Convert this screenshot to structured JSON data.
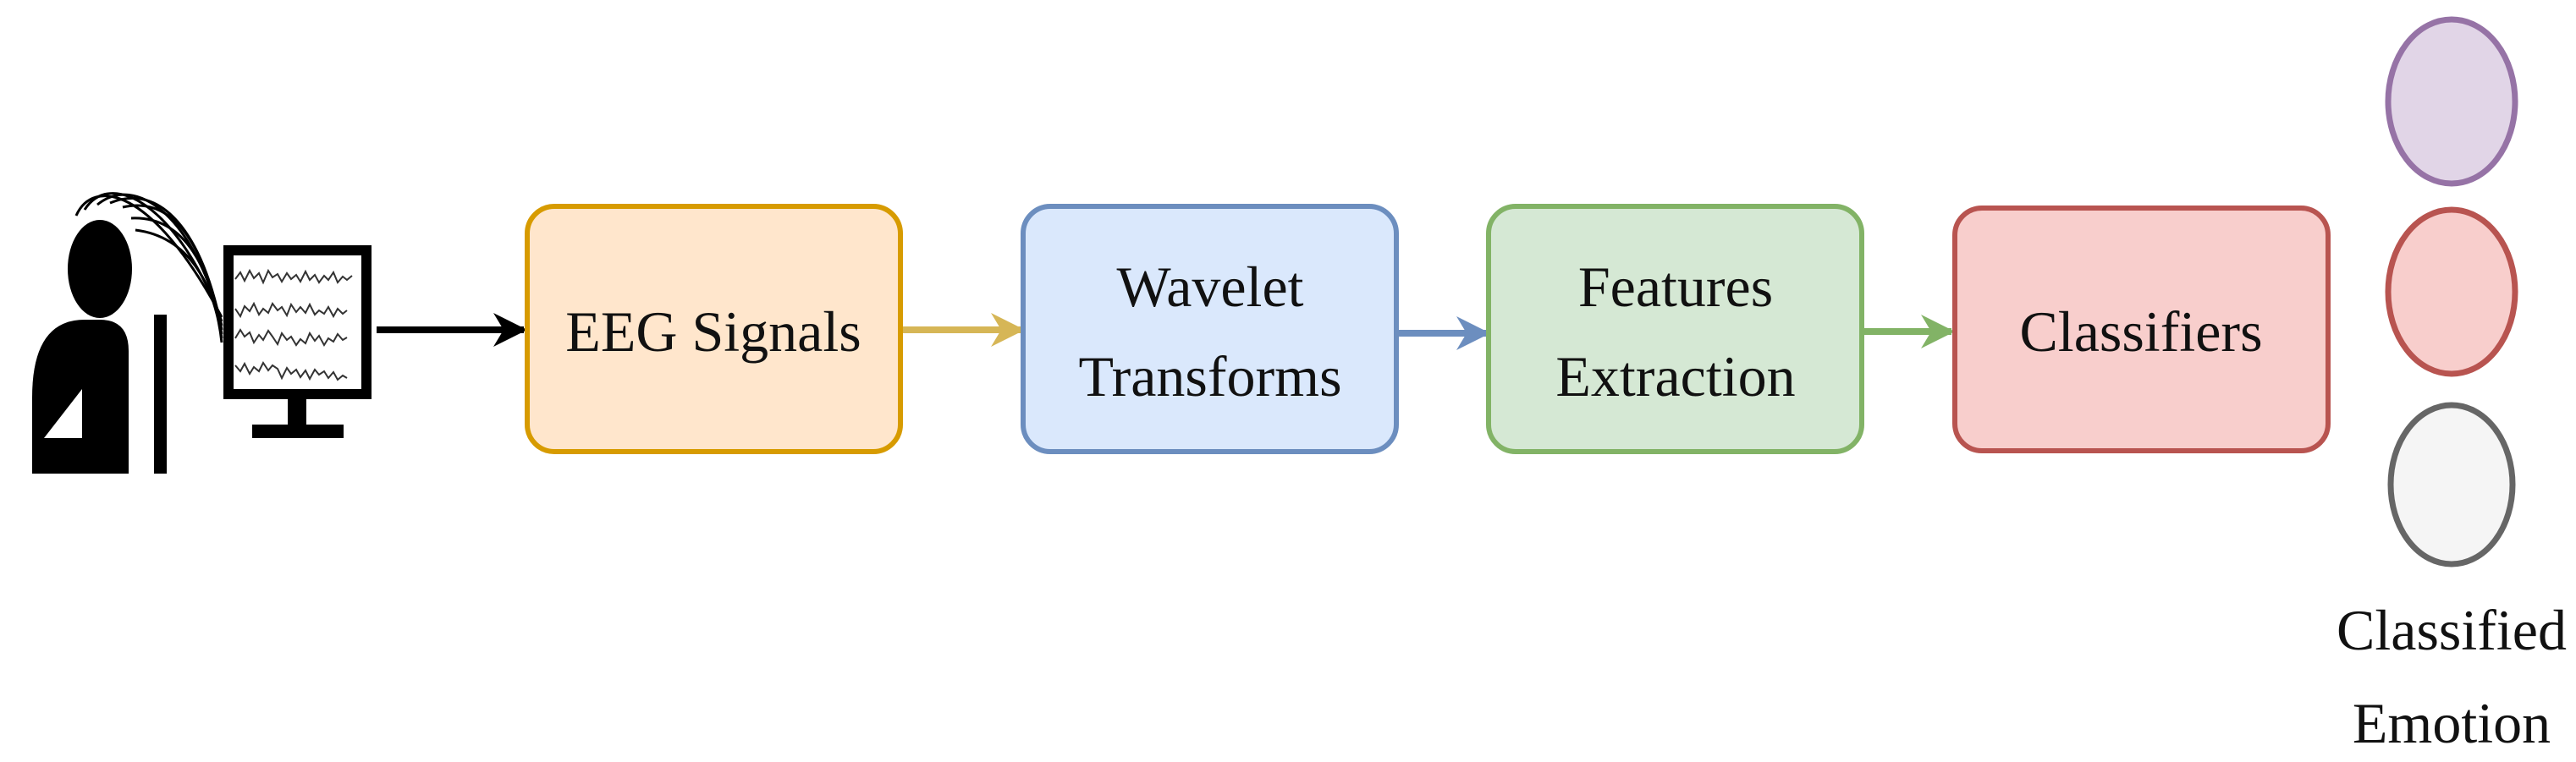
{
  "diagram": {
    "steps": [
      {
        "id": "eeg",
        "lines": [
          "EEG Signals"
        ],
        "fill": "#FFE6CC",
        "stroke": "#D79B00"
      },
      {
        "id": "wavelet",
        "lines": [
          "Wavelet",
          "Transforms"
        ],
        "fill": "#DAE8FC",
        "stroke": "#6C8EBF"
      },
      {
        "id": "features",
        "lines": [
          "Features",
          "Extraction"
        ],
        "fill": "#D5E8D4",
        "stroke": "#82B366"
      },
      {
        "id": "classifiers",
        "lines": [
          "Classifiers"
        ],
        "fill": "#F8CECC",
        "stroke": "#B85450"
      }
    ],
    "arrows": [
      {
        "color": "#000000"
      },
      {
        "color": "#D6B656"
      },
      {
        "color": "#6C8EBF"
      },
      {
        "color": "#82B366"
      }
    ],
    "emotions": [
      {
        "fill": "#E1D5E7",
        "stroke": "#9673A6"
      },
      {
        "fill": "#F8CECC",
        "stroke": "#B85450"
      },
      {
        "fill": "#F5F5F5",
        "stroke": "#666666"
      }
    ],
    "output_caption": [
      "Classified",
      "Emotion"
    ],
    "person_icon": "person-at-computer-with-eeg-cap-icon"
  }
}
